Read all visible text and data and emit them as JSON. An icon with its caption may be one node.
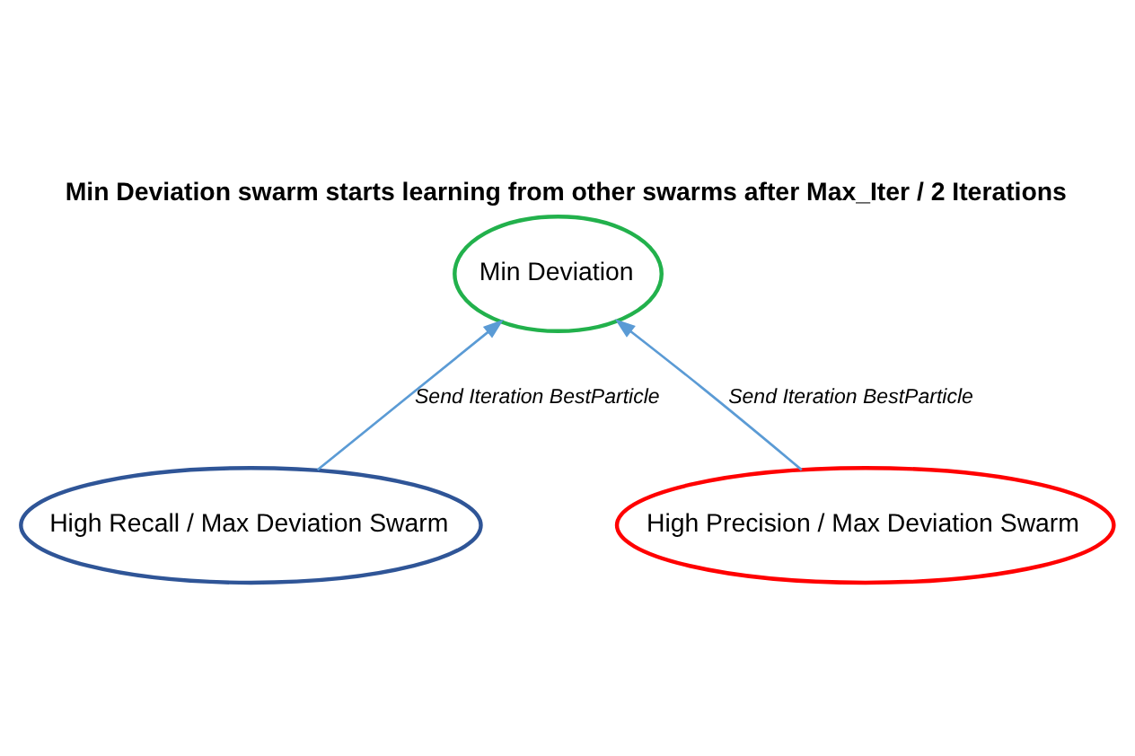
{
  "diagram": {
    "title": "Min Deviation swarm starts learning from other swarms after Max_Iter / 2 Iterations",
    "nodes": [
      {
        "text": [
          "Min Deviation"
        ]
      },
      {
        "text": [
          "High Recall / Max Deviation Swarm"
        ]
      },
      {
        "text": [
          "High Precision / Max Deviation Swarm"
        ]
      }
    ],
    "edges": [
      {
        "from": 1,
        "to": 0,
        "arrow": "to",
        "label": "Send Iteration BestParticle"
      },
      {
        "from": 2,
        "to": 0,
        "arrow": "to",
        "label": "Send Iteration BestParticle"
      }
    ]
  }
}
